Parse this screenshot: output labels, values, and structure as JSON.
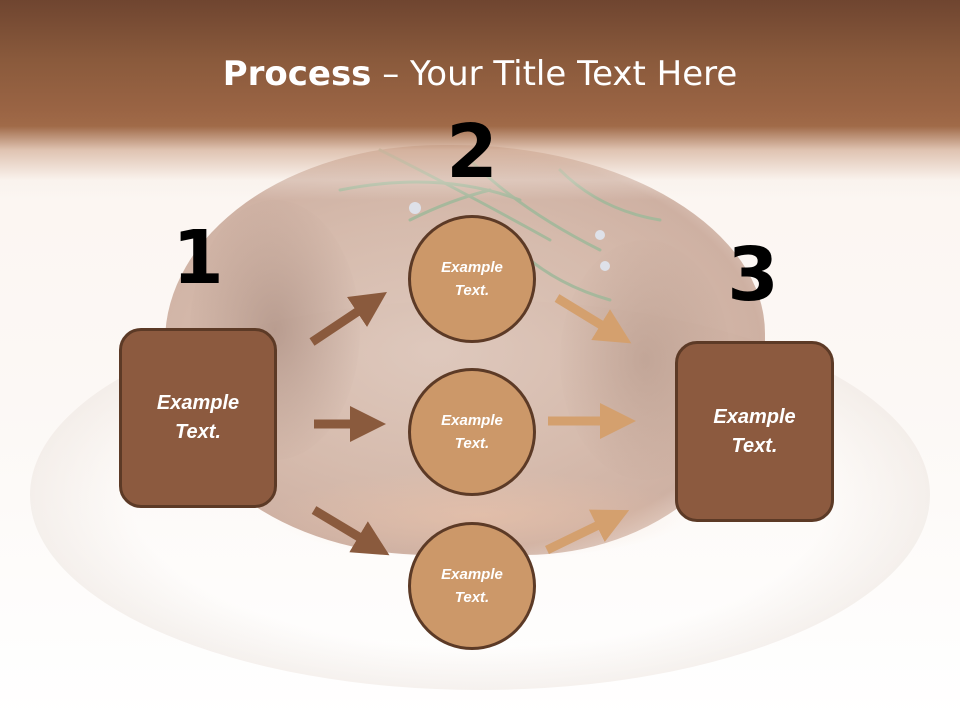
{
  "title": {
    "bold": "Process",
    "rest": " – Your Title Text Here"
  },
  "steps": [
    {
      "number": "1",
      "text": "Example Text."
    },
    {
      "number": "2",
      "text": "Example Text."
    },
    {
      "number": "3",
      "text": "Example Text."
    }
  ],
  "circles": [
    {
      "text": "Example Text."
    },
    {
      "text": "Example Text."
    },
    {
      "text": "Example Text."
    }
  ],
  "colors": {
    "header_band": "#8a5a3c",
    "box_fill": "#8c5a3f",
    "circle_fill": "#cc9869",
    "outline": "#5c3a26",
    "arrow_dark": "#8a5a3d",
    "arrow_light": "#d4a06e"
  }
}
